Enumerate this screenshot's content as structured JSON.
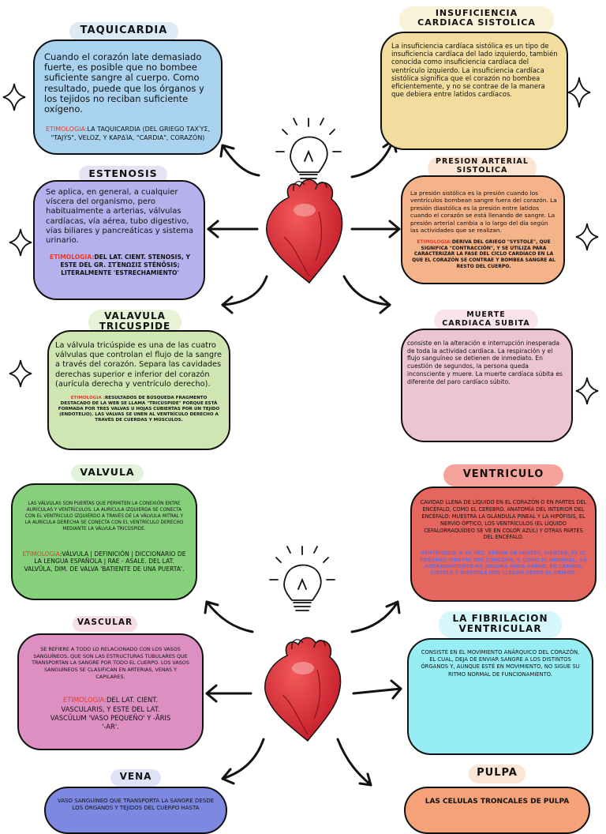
{
  "colors": {
    "red_label": "#e53b2c",
    "blue_label": "#6b6bd9"
  },
  "taquicardia": {
    "title": "TAQUICARDIA",
    "body": "Cuando el corazón late demasiado fuerte, es posible que no bombee suficiente sangre al cuerpo. Como resultado, puede que los órganos y los tejidos no reciban suficiente oxígeno.",
    "etym_label": "ETIMOLOGIA:",
    "etym_text": "LA TAQUICARDIA (DEL GRIEGO ΤΑΧΎΣ, \"TAJÝS\", VELOZ, Y ΚΑΡΔΊΑ, \"CARDIA\", CORAZÓN)"
  },
  "insuficiencia": {
    "title_line1": "INSUFICIENCIA",
    "title_line2": "CARDIACA SISTOLICA",
    "body": "La insuficiencia cardíaca sistólica es un tipo de insuficiencia cardíaca del lado izquierdo, también conocida como insuficiencia cardíaca del ventrículo izquierdo. La insuficiencia cardíaca sistólica significa que el corazón no bombea eficientemente, y no se contrae de la manera que debiera entre latidos cardíacos."
  },
  "estenosis": {
    "title": "ESTENOSIS",
    "body": "Se aplica, en general, a cualquier víscera del organismo, pero habitualmente a arterias, válvulas cardíacas, vía aérea, tubo digestivo, vías biliares y pancreáticas y sistema urinario.",
    "etym_label": "ETIMOLOGIA:",
    "etym_text": "DEL LAT. CIENT. STENOSIS, Y ESTE DEL GR. ΣΤΈΝΩΣΙΣ STÉNŌSIS; LITERALMENTE 'ESTRECHAMIENTO'"
  },
  "presion": {
    "title_line1": "PRESION ARTERIAL",
    "title_line2": "SISTOLICA",
    "body": "La presión sistólica es la presión cuando los ventrículos bombean sangre fuera del corazón. La presión diastólica es la presión entre latidos cuando el corazón se está llenando de sangre. La presión arterial cambia a lo largo del día según las actividades que se realizan.",
    "etym_label": "ETIMOLOGIA:",
    "etym_text": "DERIVA DEL GRIEGO \"SYSTOLE\", QUE SIGNIFICA \"CONTRACCIÓN\", Y SE UTILIZA PARA CARACTERIZAR LA FASE DEL CICLO CARDÍACO EN LA QUE EL CORAZÓN SE CONTRAE Y BOMBEA SANGRE AL RESTO DEL CUERPO."
  },
  "valvula_tricuspide": {
    "title_line1": "VALAVULA",
    "title_line2": "TRICUSPIDE",
    "body": "La válvula tricúspide es una de las cuatro válvulas que controlan el flujo de la sangre a través del corazón. Separa las cavidades derechas superior e inferior del corazón (aurícula derecha y ventrículo derecho).",
    "etym_label": "ETIMOLOGIA :",
    "etym_text": "RESULTADOS DE BÚSQUEDA FRAGMENTO DESTACADO DE LA WEB SE LLAMA \"TRICÚSPIDE\" PORQUE ESTÁ FORMADA POR TRES VALVAS U HOJAS CUBIERTAS POR UN TEJIDO (ENDOTELIO). LAS VALVAS SE UNEN AL VENTRÍCULO DERECHO A TRAVÉS DE CUERDAS Y MÚSCULOS."
  },
  "muerte": {
    "title_line1": "MUERTE",
    "title_line2": "CARDIACA SUBITA",
    "body": "consiste en la alteración e interrupción inesperada de toda la actividad cardiaca. La respiración y el flujo sanguíneo se detienen de inmediato. En cuestión de segundos, la persona queda inconsciente y muere. La muerte cardíaca súbita es diferente del paro cardíaco súbito."
  },
  "valvula": {
    "title": "VALVULA",
    "body": "LAS VÁLVULAS SON PUERTAS QUE PERMITEN LA CONEXIÓN ENTRE AURÍCULAS Y VENTRÍCULOS. LA AURÍCULA IZQUIERDA SE CONECTA CON EL VENTRÍCULO IZQUIERDO A TRAVÉS DE LA VÁLVULA MITRAL Y LA AURÍCULA DERECHA SE CONECTA CON EL VENTRÍCULO DERECHO MEDIANTE LA VÁLVULA TRICÚSPIDE.",
    "etym_label": "ETIMOLOGIA",
    "etym_text": ":VÁLVULA | DEFINICIÓN | DICCIONARIO DE LA LENGUA ESPAÑOLA | RAE - ASALE. DEL LAT. VALVŬLA, DIM. DE VALVA 'BATIENTE DE UNA PUERTA'."
  },
  "ventriculo": {
    "title": "VENTRICULO",
    "body": "CAVIDAD LLENA DE LÍQUIDO EN EL CORAZÓN O EN PARTES DEL ENCÉFALO, COMO EL CEREBRO. ANATOMÍA DEL INTERIOR DEL ENCÉFALO: MUESTRA LA GLÁNDULA PINEAL Y LA HIPÓFISIS, EL NERVIO ÓPTICO, LOS VENTRÍCULOS (EL LÍQUIDO CEFALORRAQUÍDEO SE VE EN COLOR AZUL) Y OTRAS PARTES DEL ENCÉFALO.",
    "etym": "VENTRÍCULO, A SU VEZ, DERIVA DE VENTER, VIENTRE, ES EL PEQUEÑO VIENTRE DEL CORAZÓN, Y, COMO EL ORIGINAL, SU AGRANDAMIENTO NO AUGURA NADA BUENO. EN CAMBIO, SÍSTOLE Y DIÁSTOLE NOS LLEGAN DESDE EL GRIEGO."
  },
  "vascular": {
    "title": "VASCULAR",
    "body": "SE REFIERE A TODO LO RELACIONADO CON LOS VASOS SANGUÍNEOS, QUE SON LAS ESTRUCTURAS TUBULARES QUE TRANSPORTAN LA SANGRE POR TODO EL CUERPO. LOS VASOS SANGUÍNEOS SE CLASIFICAN EN ARTERIAS, VENAS Y CAPILARES.",
    "etym_label": "ETIMOLOGIA:",
    "etym_text": "DEL LAT. CIENT. VASCULARIS, Y ESTE DEL LAT. VASCŬLUM 'VASO PEQUEÑO' Y -ĀRIS '-AR'."
  },
  "fibrilacion": {
    "title_line1": "LA FIBRILACION",
    "title_line2": "VENTRICULAR",
    "body": "CONSISTE EN EL MOVIMIENTO ANÁRQUICO DEL CORAZÓN, EL CUAL, DEJA DE ENVIAR SANGRE A LOS DISTINTOS ÓRGANOS Y, AUNQUE ESTÉ EN MOVIMIENTO, NO SIGUE SU RITMO NORMAL DE FUNCIONAMIENTO."
  },
  "vena": {
    "title": "VENA",
    "body": "VASO SANGUÍNEO QUE TRANSPORTA LA SANGRE DESDE LOS ÓRGANOS Y TEJIDOS DEL CUERPO HASTA"
  },
  "pulpa": {
    "title": "PULPA",
    "body": "LAS CELULAS TRONCALES DE PULPA"
  }
}
